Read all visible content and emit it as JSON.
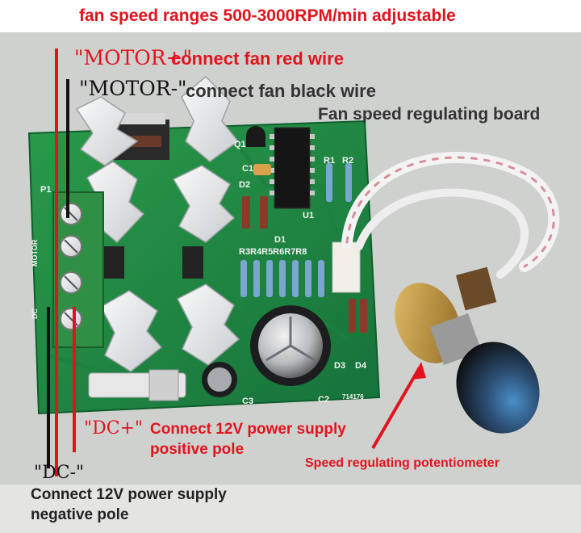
{
  "title": "fan speed ranges 500-3000RPM/min adjustable",
  "motor_plus": {
    "tag": "\"MOTOR+\"",
    "label": "connect fan red wire"
  },
  "motor_minus": {
    "tag": "\"MOTOR-\"",
    "label": "connect fan black wire"
  },
  "board_label": "Fan speed regulating board",
  "dc_plus": {
    "tag": "\"DC+\"",
    "line1": "Connect 12V power supply",
    "line2": "positive pole"
  },
  "dc_minus": {
    "tag": "\"DC-\"",
    "line1": "Connect 12V power supply",
    "line2": "negative pole"
  },
  "potentiometer_label": "Speed regulating potentiometer",
  "silkscreen": {
    "q1": "Q1",
    "c1": "C1",
    "d2": "D2",
    "d1": "D1",
    "r1": "R1",
    "r2": "R2",
    "u1": "U1",
    "p1": "P1",
    "resistor_row": "R3R4R5R6R7R8",
    "c3": "C3",
    "c2": "C2",
    "d3": "D3",
    "d4": "D4",
    "code": "714176",
    "motor": "MOTOR",
    "dc": "DC"
  },
  "colors": {
    "annotation_red": "#e0141e",
    "pcb_green": "#1f8a3c",
    "terminal_green": "#2f8f45"
  }
}
